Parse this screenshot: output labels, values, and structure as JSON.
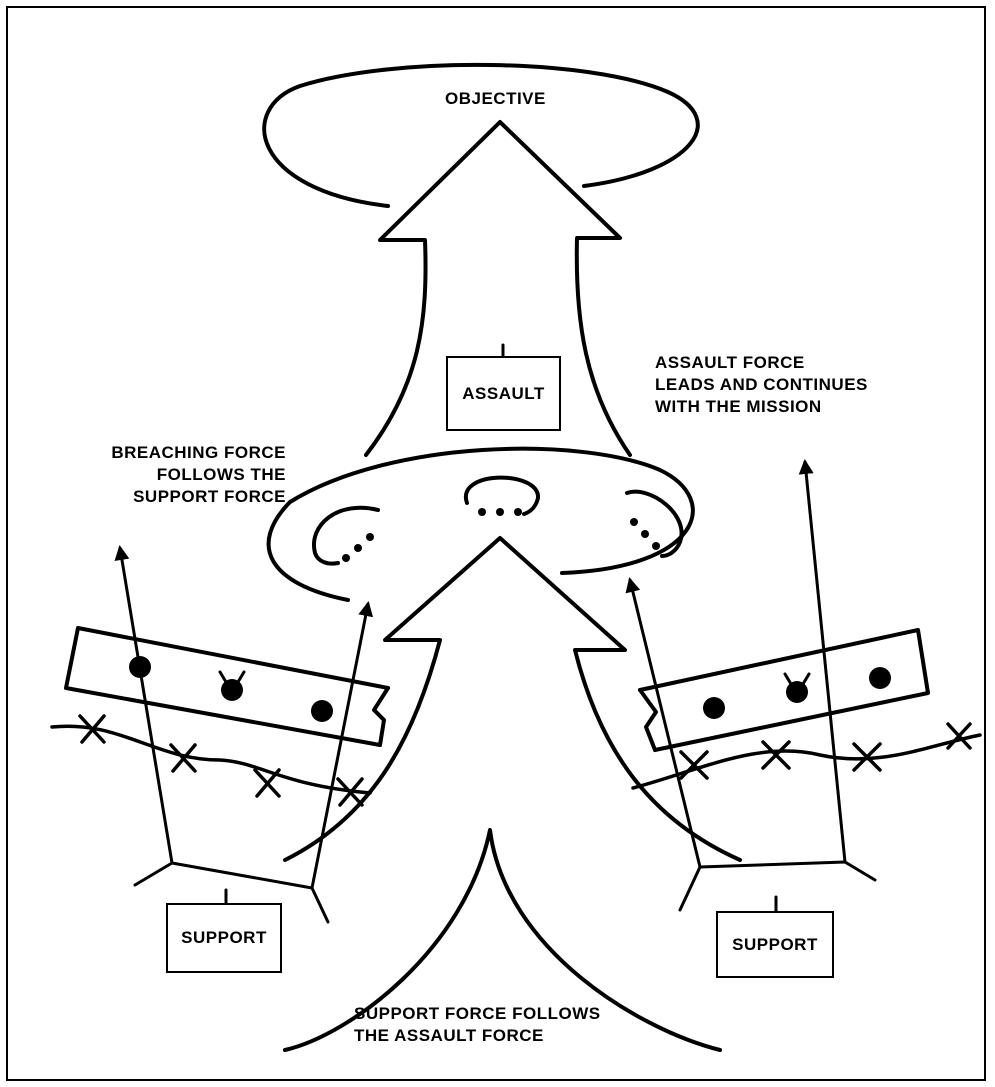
{
  "labels": {
    "objective": "OBJECTIVE",
    "assault_unit": "ASSAULT",
    "support_unit_left": "SUPPORT",
    "support_unit_right": "SUPPORT",
    "assault_note": [
      "ASSAULT FORCE",
      "LEADS AND CONTINUES",
      "WITH THE MISSION"
    ],
    "breaching_note": [
      "BREACHING FORCE",
      "FOLLOWS THE",
      "SUPPORT FORCE"
    ],
    "support_note": [
      "SUPPORT FORCE FOLLOWS",
      "THE ASSAULT FORCE"
    ]
  }
}
